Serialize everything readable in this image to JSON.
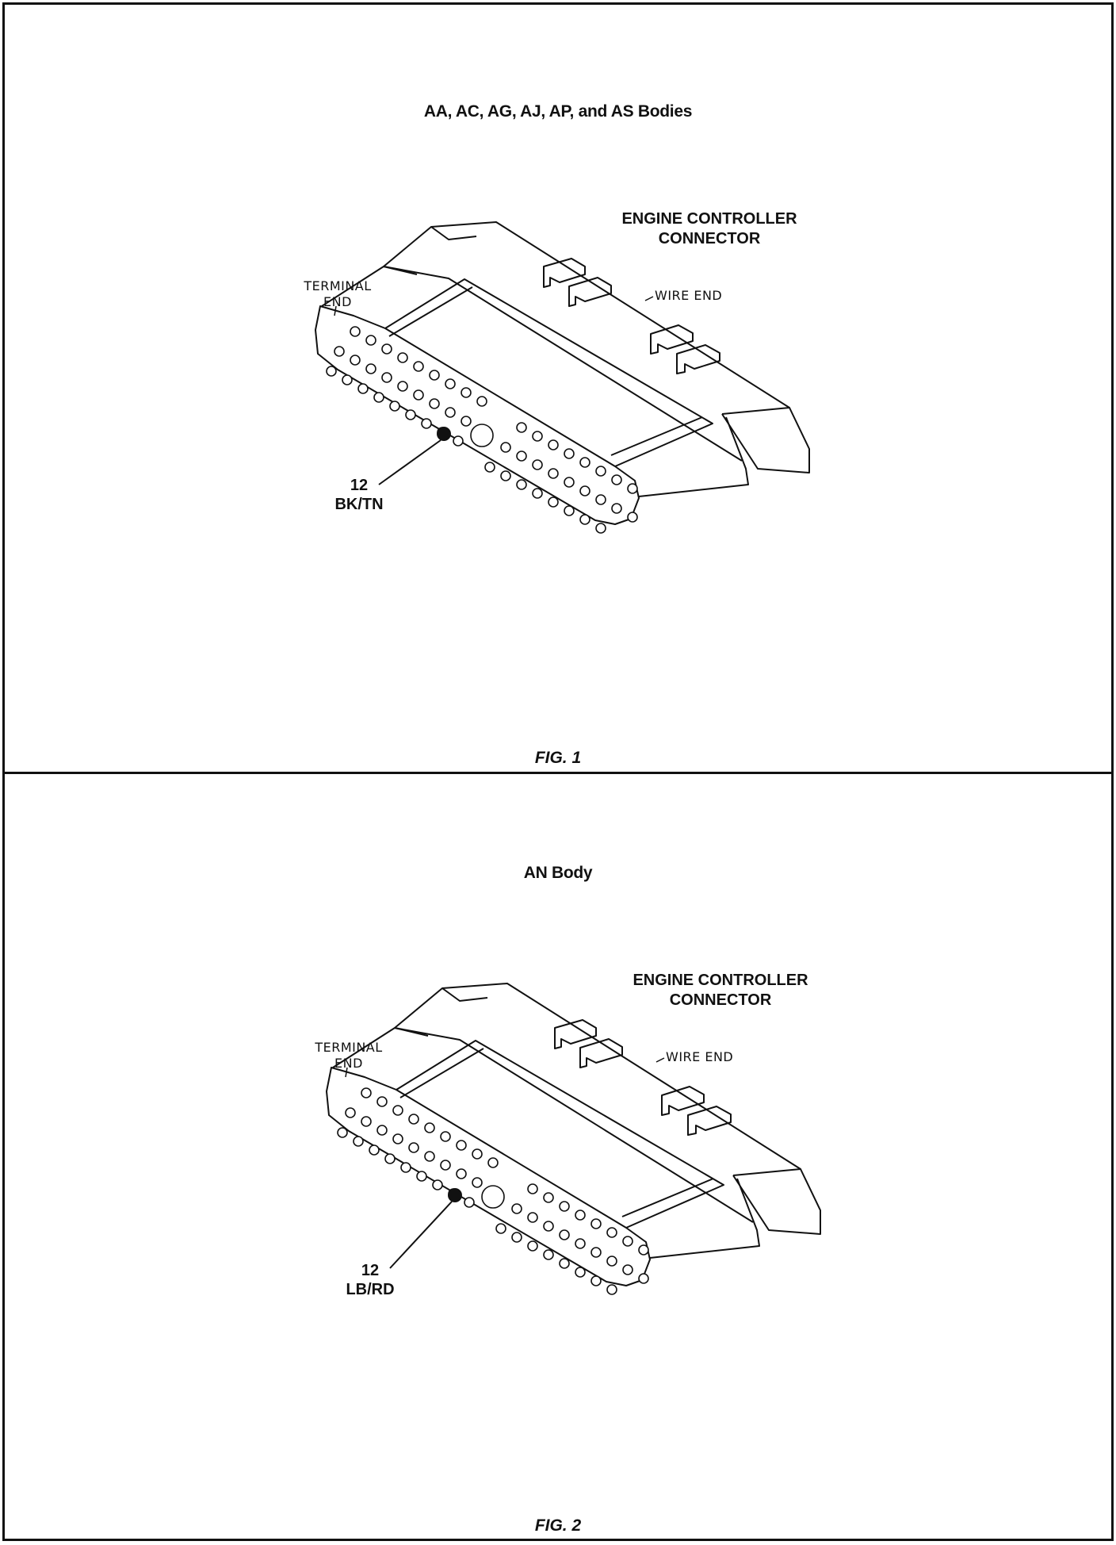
{
  "figures": [
    {
      "title": "AA, AC, AG, AJ, AP, and AS Bodies",
      "connector_label_line1": "ENGINE CONTROLLER",
      "connector_label_line2": "CONNECTOR",
      "terminal_label_line1": "TERMINAL",
      "terminal_label_line2": "END",
      "wire_end_label": "WIRE END",
      "pin_number": "12",
      "wire_color": "BK/TN",
      "caption": "FIG. 1"
    },
    {
      "title": "AN Body",
      "connector_label_line1": "ENGINE CONTROLLER",
      "connector_label_line2": "CONNECTOR",
      "terminal_label_line1": "TERMINAL",
      "terminal_label_line2": "END",
      "wire_end_label": "WIRE END",
      "pin_number": "12",
      "wire_color": "LB/RD",
      "caption": "FIG. 2"
    }
  ]
}
